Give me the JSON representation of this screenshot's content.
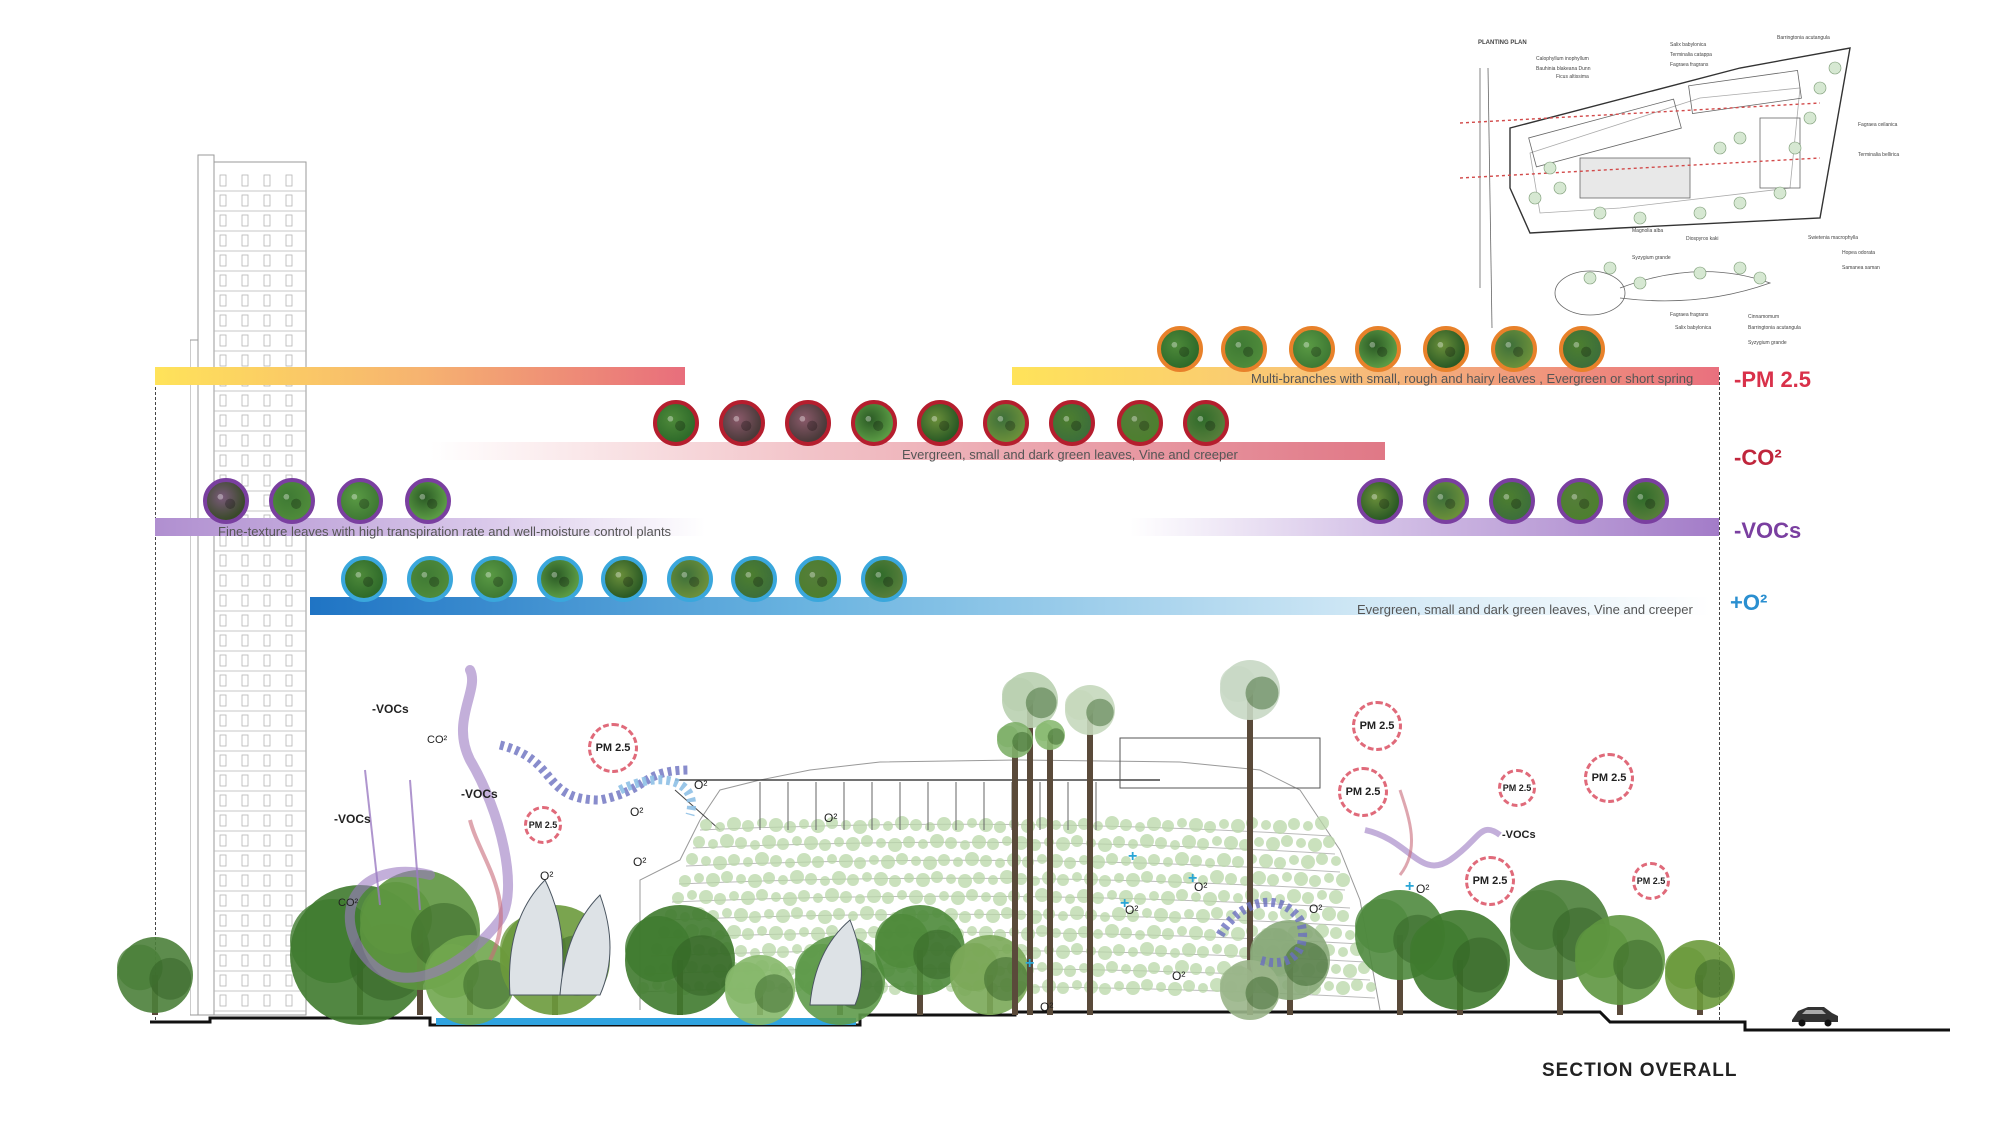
{
  "bands": [
    {
      "key": "pm25",
      "label": "Multi-branches with small, rough and hairy leaves , Evergreen or short spring",
      "pollutant": "-PM 2.5",
      "color": "#d9314a",
      "border": "#e8812a"
    },
    {
      "key": "co2",
      "label": "Evergreen, small and dark green leaves, Vine and creeper",
      "pollutant": "-CO²",
      "color": "#c0263c",
      "border": "#b51e2e"
    },
    {
      "key": "vocs",
      "label": "Fine-texture leaves with high transpiration rate and well-moisture control plants",
      "pollutant": "-VOCs",
      "color": "#7a3fa0",
      "border": "#7a3fa0"
    },
    {
      "key": "o2",
      "label": "Evergreen, small and dark green leaves, Vine and creeper",
      "pollutant": "+O²",
      "color": "#2a8fd0",
      "border": "#3aa7dc"
    }
  ],
  "section_tags": {
    "vocs_1": "-VOCs",
    "vocs_2": "-VOCs",
    "vocs_3": "-VOCs",
    "vocs_4": "-VOCs",
    "co2_1": "CO²",
    "co2_2": "CO²",
    "o2": "O²",
    "pm25": "PM 2.5"
  },
  "planting_plan": {
    "title": "PLANTING PLAN",
    "labels": [
      "Calophyllum inophyllum",
      "Bauhinia blakeana Dunn",
      "Ficus altissima",
      "Salix babylonica",
      "Terminalia catappa",
      "Fagraea fragrans",
      "Barringtonia acutangula",
      "Fagraea ceilanica",
      "Terminalia bellirica",
      "Swietenia macrophylla",
      "Magnolia alba",
      "Diospyros kaki",
      "Syzygium grande",
      "Hopea odorata",
      "Samanea saman",
      "Salix babylonica",
      "Fagraea fragrans",
      "Barringtonia acutangula",
      "Cinnamomum",
      "Syzygium grande"
    ]
  },
  "section_title": "SECTION  OVERALL"
}
